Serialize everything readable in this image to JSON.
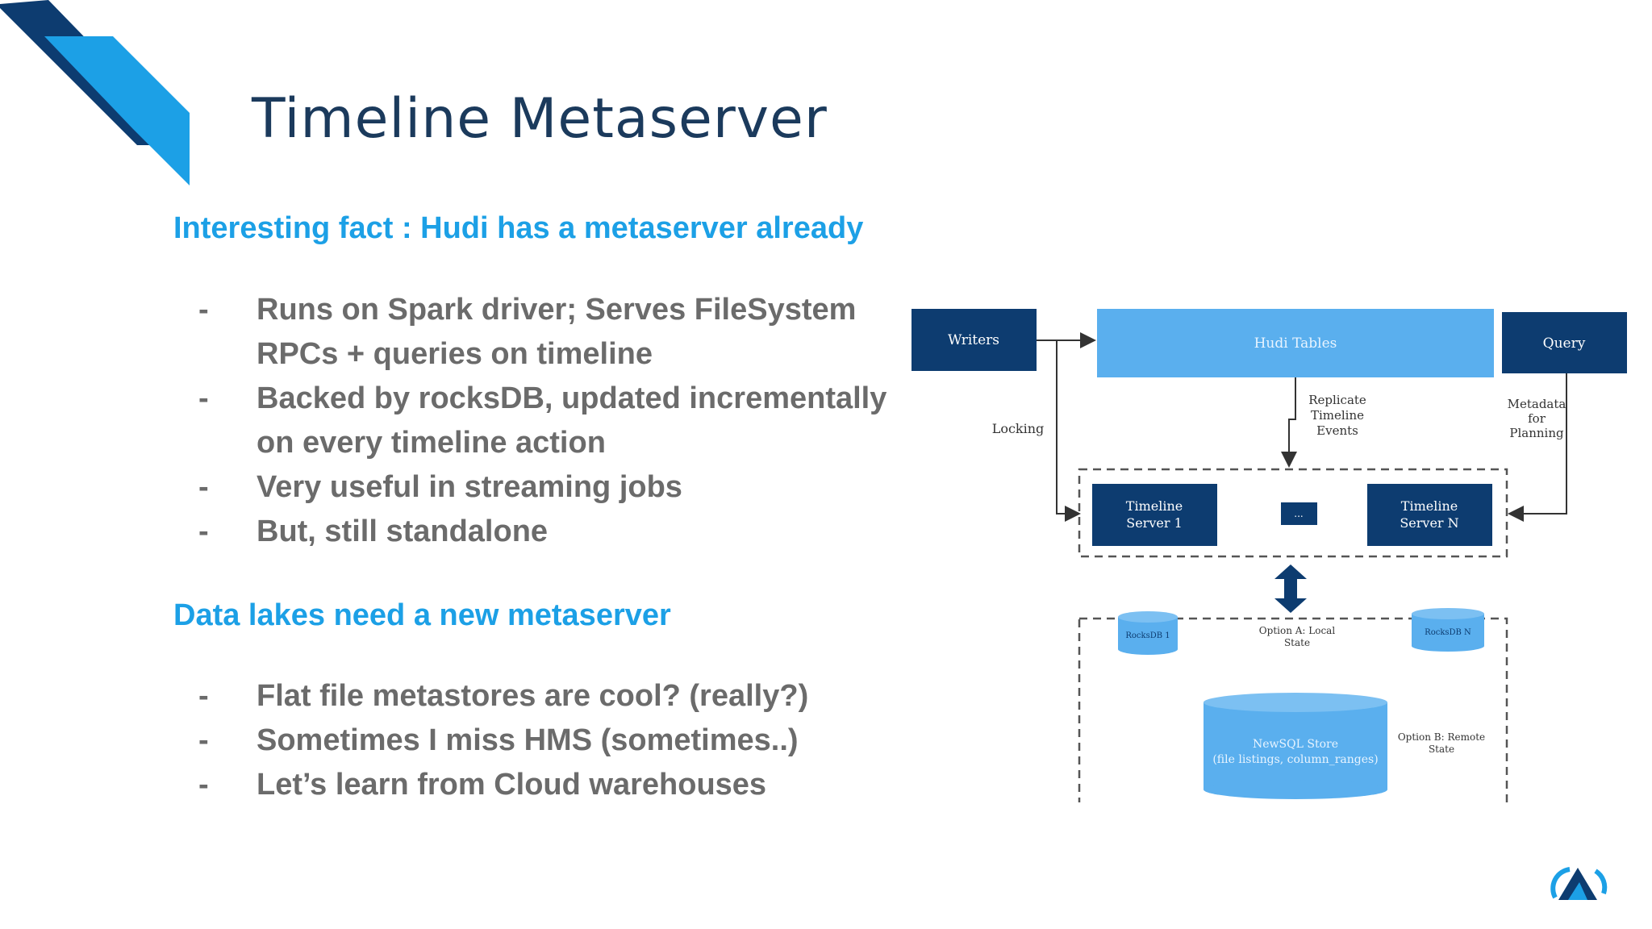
{
  "slide": {
    "title": "Timeline Metaserver",
    "section1": {
      "heading": "Interesting fact : Hudi has a metaserver already",
      "bullets": [
        "Runs on Spark driver; Serves FileSystem RPCs + queries on timeline",
        "Backed by rocksDB, updated incrementally on every timeline action",
        "Very useful in streaming jobs",
        "But, still standalone"
      ]
    },
    "section2": {
      "heading": "Data lakes need a new metaserver",
      "bullets": [
        "Flat file metastores are cool? (really?)",
        "Sometimes I miss HMS (sometimes..)",
        "Let’s learn from Cloud warehouses"
      ]
    },
    "bullet_marker": "-"
  },
  "diagram": {
    "writers": "Writers",
    "hudi_tables": "Hudi Tables",
    "query": "Query",
    "locking": "Locking",
    "replicate_line1": "Replicate",
    "replicate_line2": "Timeline",
    "replicate_line3": "Events",
    "metadata_line1": "Metadata",
    "metadata_line2": "for",
    "metadata_line3": "Planning",
    "ts1_line1": "Timeline",
    "ts1_line2": "Server 1",
    "ellipsis": "...",
    "tsn_line1": "Timeline",
    "tsn_line2": "Server N",
    "rocksdb1": "RocksDB 1",
    "rocksdbn": "RocksDB N",
    "option_a_line1": "Option A: Local",
    "option_a_line2": "State",
    "newsql_line1": "NewSQL Store",
    "newsql_line2": "(file listings, column_ranges)",
    "option_b_line1": "Option B: Remote",
    "option_b_line2": "State"
  },
  "colors": {
    "dark_navy": "#0d3c70",
    "light_blue": "#5aafee",
    "accent_blue": "#1ca0e6",
    "title_navy": "#1b3a5c",
    "bullet_gray": "#6b6b6b"
  }
}
